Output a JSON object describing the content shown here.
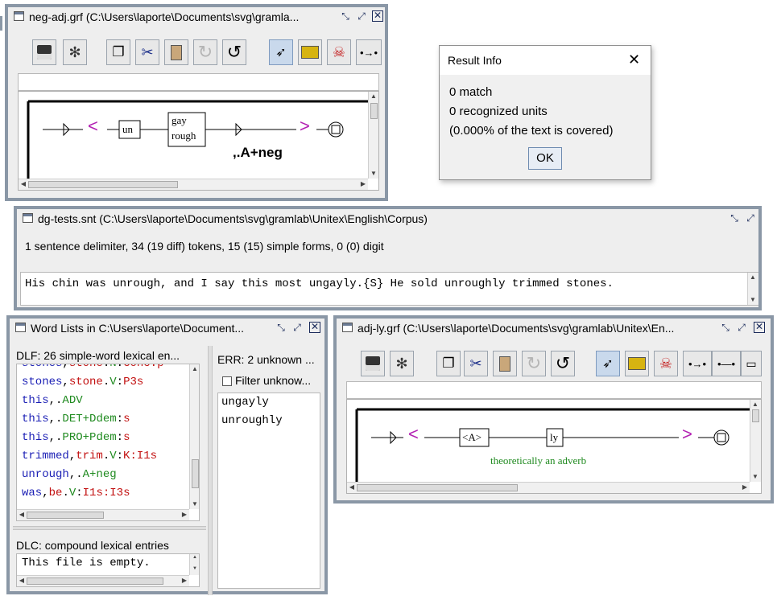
{
  "neg_adj": {
    "title": "neg-adj.grf (C:\\Users\\laporte\\Documents\\svg\\gramla...",
    "graph": {
      "left_bracket": "<",
      "box1": "un",
      "box2_line1": "gay",
      "box2_line2": "rough",
      "right_bracket": ">",
      "output": ",.A+neg"
    }
  },
  "result_info": {
    "title": "Result Info",
    "line1": "0 match",
    "line2": "0 recognized units",
    "line3": "(0.000% of the text is covered)",
    "ok_label": "OK"
  },
  "snt": {
    "title": "dg-tests.snt (C:\\Users\\laporte\\Documents\\svg\\gramlab\\Unitex\\English\\Corpus)",
    "stats": "1 sentence delimiter, 34 (19 diff) tokens, 15 (15) simple forms, 0 (0) digit",
    "text": "His chin was unrough, and I say this most ungayly.{S} He sold unroughly trimmed stones."
  },
  "word_lists": {
    "title": "Word Lists in C:\\Users\\laporte\\Document...",
    "dlf_header": "DLF: 26 simple-word lexical en...",
    "dlf_entries": [
      {
        "form": "stones",
        "lemma": "stone",
        "code": "N",
        "inf": "Conc:p"
      },
      {
        "form": "stones",
        "lemma": "stone",
        "code": "V",
        "inf": "P3s"
      },
      {
        "form": "this",
        "lemma": "",
        "code": "ADV",
        "inf": ""
      },
      {
        "form": "this",
        "lemma": "",
        "code": "DET",
        "extra": "+Ddem",
        "inf": "s"
      },
      {
        "form": "this",
        "lemma": "",
        "code": "PRO",
        "extra": "+Pdem",
        "inf": "s"
      },
      {
        "form": "trimmed",
        "lemma": "trim",
        "code": "V",
        "inf": "K:I1s"
      },
      {
        "form": "unrough",
        "lemma": "",
        "code": "A",
        "extra": "+neg",
        "inf": ""
      },
      {
        "form": "was",
        "lemma": "be",
        "code": "V",
        "inf": "I1s:I3s"
      }
    ],
    "err_header": "ERR: 2 unknown ...",
    "filter_label": "Filter unknow...",
    "err_entries": [
      "ungayly",
      "unroughly"
    ],
    "dlc_header": "DLC: compound lexical entries",
    "dlc_text": "This file is empty."
  },
  "adj_ly": {
    "title": "adj-ly.grf (C:\\Users\\laporte\\Documents\\svg\\gramlab\\Unitex\\En...",
    "graph": {
      "left_bracket": "<",
      "box1": "<A>",
      "box2": "ly",
      "right_bracket": ">",
      "comment": "theoretically an adverb"
    }
  }
}
